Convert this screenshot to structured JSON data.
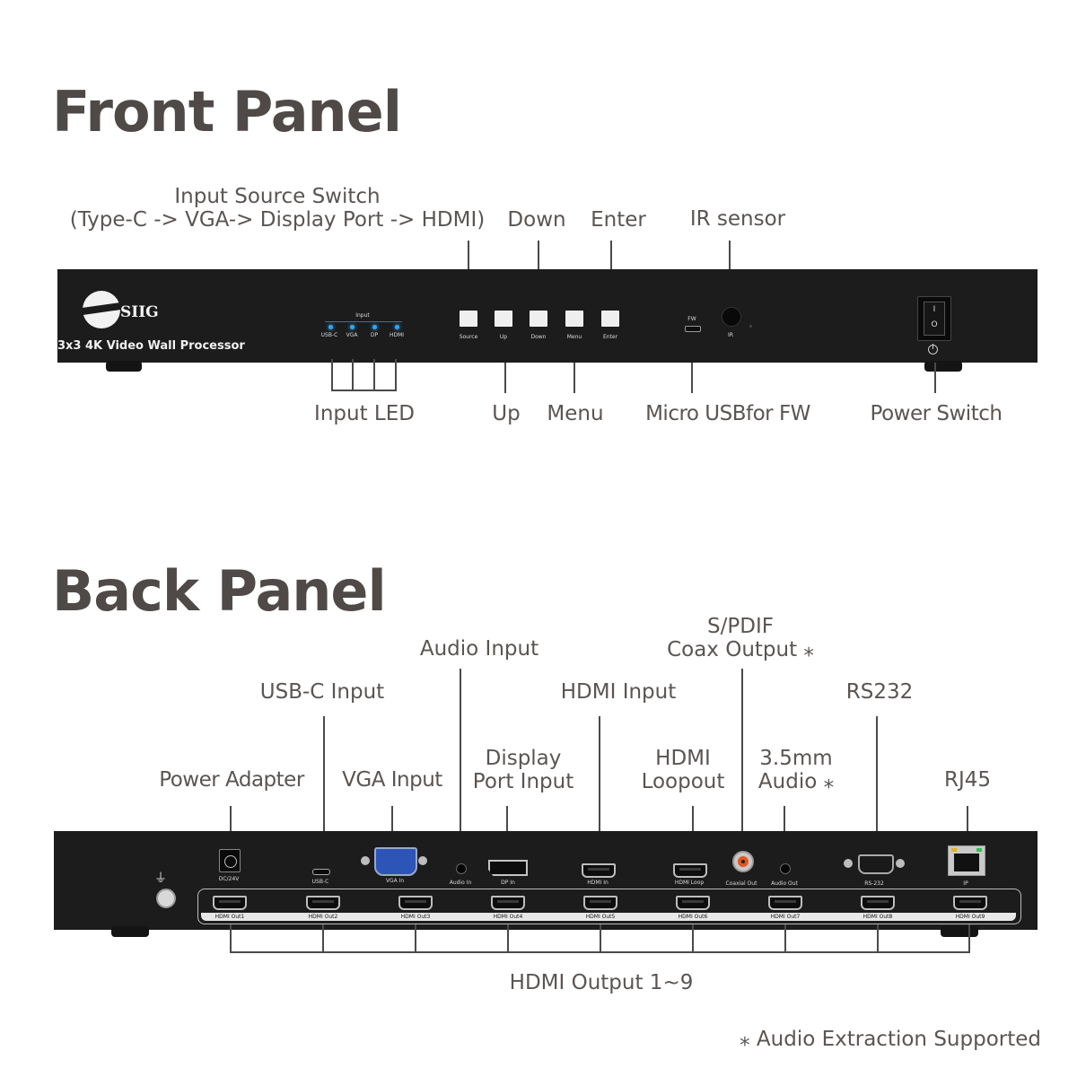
{
  "front": {
    "heading": "Front Panel",
    "device": {
      "logo_text": "SIIG",
      "model_name": "3x3 4K Video Wall Processor",
      "input_group_label": "Input",
      "led_labels": [
        "USB-C",
        "VGA",
        "DP",
        "HDMI"
      ],
      "button_labels": [
        "Source",
        "Up",
        "Down",
        "Menu",
        "Enter"
      ],
      "fw_label": "FW",
      "ir_label": "IR",
      "power_on_symbol": "I",
      "power_off_symbol": "O"
    },
    "callouts": {
      "input_source_switch_line1": "Input Source Switch",
      "input_source_switch_line2": "(Type-C -> VGA-> Display Port -> HDMI)",
      "down": "Down",
      "enter": "Enter",
      "ir_sensor": "IR sensor",
      "input_led": "Input LED",
      "up": "Up",
      "menu": "Menu",
      "micro_usb": "Micro USBfor FW",
      "power_switch": "Power Switch"
    }
  },
  "back": {
    "heading": "Back Panel",
    "device": {
      "port_labels": {
        "dc": "DC/24V",
        "usbc": "USB-C",
        "vga": "VGA In",
        "audio_in": "Audio In",
        "dp": "DP In",
        "hdmi_in": "HDMI In",
        "hdmi_loop": "HDMI Loop",
        "coax": "Coaxial Out",
        "audio_out": "Audio Out",
        "rs232": "RS-232",
        "ip": "IP"
      },
      "hdmi_outputs": [
        "HDMI Out1",
        "HDMI Out2",
        "HDMI Out3",
        "HDMI Out4",
        "HDMI Out5",
        "HDMI Out6",
        "HDMI Out7",
        "HDMI Out8",
        "HDMI Out9"
      ]
    },
    "callouts": {
      "audio_input": "Audio Input",
      "spdif_line1": "S/PDIF",
      "spdif_line2": "Coax Output ⁎",
      "usbc_input": "USB-C Input",
      "hdmi_input": "HDMI Input",
      "rs232": "RS232",
      "display_port_line1": "Display",
      "display_port_line2": "Port Input",
      "hdmi_loopout_line1": "HDMI",
      "hdmi_loopout_line2": "Loopout",
      "audio35_line1": "3.5mm",
      "audio35_line2": "Audio ⁎",
      "power_adapter": "Power Adapter",
      "vga_input": "VGA Input",
      "rj45": "RJ45",
      "hdmi_output": "HDMI Output 1~9"
    }
  },
  "footnote": "⁎ Audio Extraction Supported",
  "colors": {
    "heading": "#4f4a47",
    "callout_text": "#5a5552",
    "device_body": "#1c1c1c",
    "led": "#2aa8ff",
    "button": "#efefef"
  }
}
